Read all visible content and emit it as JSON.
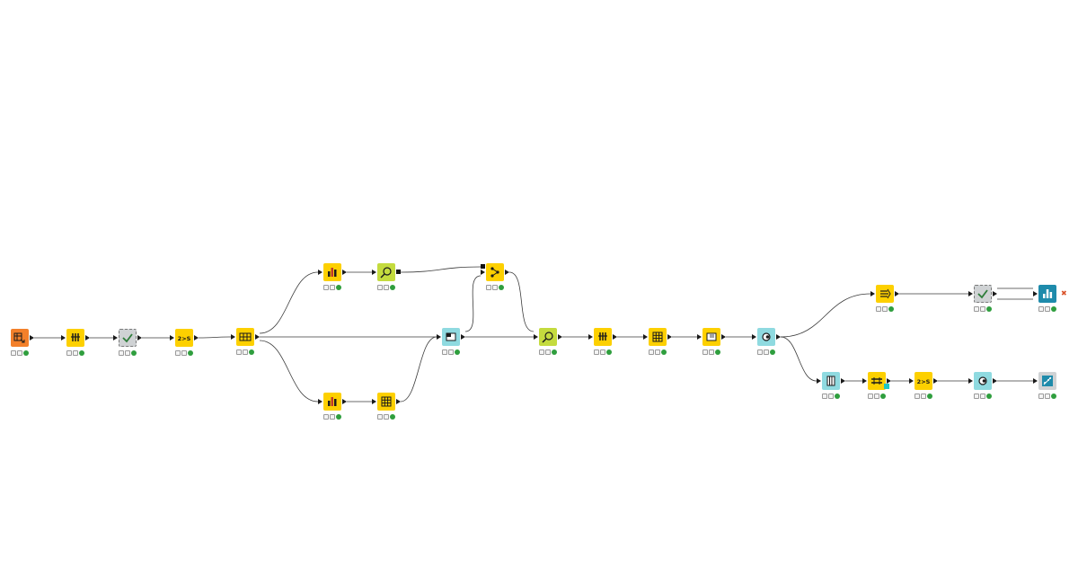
{
  "workflow": {
    "colors": {
      "source": "#f3802a",
      "manipulator": "#fdd000",
      "learner": "#c4db3e",
      "predictor": "#8fdae0",
      "meta": "#cfd2d4",
      "visualizer": "#1e8bab",
      "edge": "#3a3a3a"
    },
    "nodes": [
      {
        "id": "n1",
        "icon": "table-reader-icon",
        "category": "source",
        "status": "executed"
      },
      {
        "id": "n2",
        "icon": "column-filter-icon",
        "category": "manipulator",
        "status": "executed"
      },
      {
        "id": "n3",
        "icon": "component-check-icon",
        "category": "meta",
        "status": "executed"
      },
      {
        "id": "n4",
        "icon": "string-to-number-icon",
        "category": "manipulator",
        "status": "executed"
      },
      {
        "id": "n5",
        "icon": "partitioning-icon",
        "category": "manipulator",
        "status": "executed"
      },
      {
        "id": "n6",
        "icon": "bar-chart-icon",
        "category": "manipulator",
        "status": "executed"
      },
      {
        "id": "n7",
        "icon": "learner-icon",
        "category": "learner",
        "status": "executed"
      },
      {
        "id": "n8",
        "icon": "bar-chart-icon",
        "category": "manipulator",
        "status": "executed"
      },
      {
        "id": "n9",
        "icon": "grid-table-icon",
        "category": "manipulator",
        "status": "executed"
      },
      {
        "id": "n10",
        "icon": "predictor-icon",
        "category": "predictor",
        "status": "executed"
      },
      {
        "id": "n11",
        "icon": "tree-icon",
        "category": "manipulator",
        "status": "executed"
      },
      {
        "id": "n12",
        "icon": "learner-icon",
        "category": "learner",
        "status": "executed"
      },
      {
        "id": "n13",
        "icon": "column-filter-icon",
        "category": "manipulator",
        "status": "executed"
      },
      {
        "id": "n14",
        "icon": "grid-table-icon",
        "category": "manipulator",
        "status": "executed"
      },
      {
        "id": "n15",
        "icon": "table-view-icon",
        "category": "manipulator",
        "status": "executed"
      },
      {
        "id": "n16",
        "icon": "scorer-icon",
        "category": "predictor",
        "status": "executed"
      },
      {
        "id": "n17",
        "icon": "column-resorter-icon",
        "category": "manipulator",
        "status": "executed"
      },
      {
        "id": "n18",
        "icon": "component-check-icon",
        "category": "meta",
        "status": "executed"
      },
      {
        "id": "n19",
        "icon": "bar-chart-view-icon",
        "category": "visualizer",
        "status": "executed",
        "flag": "inactive-port"
      },
      {
        "id": "n20",
        "icon": "predictor-table-icon",
        "category": "predictor",
        "status": "executed"
      },
      {
        "id": "n21",
        "icon": "row-filter-icon",
        "category": "manipulator",
        "status": "executed"
      },
      {
        "id": "n22",
        "icon": "string-to-number-icon",
        "category": "manipulator",
        "status": "executed"
      },
      {
        "id": "n23",
        "icon": "scorer-icon",
        "category": "predictor",
        "status": "executed"
      },
      {
        "id": "n24",
        "icon": "scatter-view-icon",
        "category": "meta",
        "status": "executed"
      }
    ],
    "edges": [
      [
        "n1",
        "n2"
      ],
      [
        "n2",
        "n3"
      ],
      [
        "n3",
        "n4"
      ],
      [
        "n4",
        "n5"
      ],
      [
        "n5",
        "n6"
      ],
      [
        "n6",
        "n7"
      ],
      [
        "n7",
        "n11"
      ],
      [
        "n5",
        "n10"
      ],
      [
        "n5",
        "n8"
      ],
      [
        "n8",
        "n9"
      ],
      [
        "n9",
        "n10"
      ],
      [
        "n10",
        "n11"
      ],
      [
        "n10",
        "n12"
      ],
      [
        "n11",
        "n12"
      ],
      [
        "n12",
        "n13"
      ],
      [
        "n13",
        "n14"
      ],
      [
        "n14",
        "n15"
      ],
      [
        "n15",
        "n16"
      ],
      [
        "n16",
        "n17"
      ],
      [
        "n17",
        "n18"
      ],
      [
        "n18",
        "n19"
      ],
      [
        "n18",
        "n19"
      ],
      [
        "n16",
        "n20"
      ],
      [
        "n20",
        "n21"
      ],
      [
        "n21",
        "n22"
      ],
      [
        "n22",
        "n23"
      ],
      [
        "n23",
        "n24"
      ]
    ]
  }
}
